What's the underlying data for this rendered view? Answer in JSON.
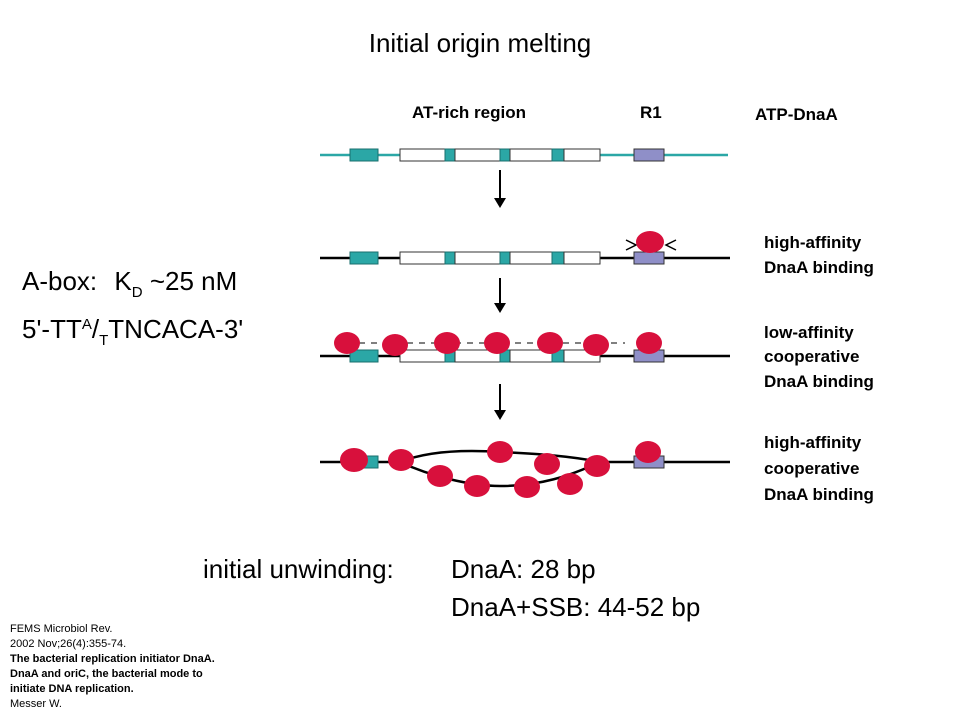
{
  "title": "Initial origin melting",
  "abox": {
    "label": "A-box:",
    "k": "K",
    "k_sub": "D",
    "k_value": "~25 nM"
  },
  "sequence": {
    "prefix": "5'-TT",
    "sup": "A",
    "slash": "/",
    "sub": "T",
    "suffix": "TNCACA-3'"
  },
  "diagram": {
    "header_at_rich": "AT-rich region",
    "header_r1": "R1",
    "header_atp": "ATP-DnaA",
    "step2": [
      "high-affinity",
      "DnaA binding"
    ],
    "step3": [
      "low-affinity",
      "cooperative",
      "DnaA binding"
    ],
    "step4": [
      "high-affinity",
      "cooperative",
      "DnaA binding"
    ],
    "colors": {
      "protein": "#d8103c",
      "a_box": "#2ba7a6",
      "r1": "#8f8fc8",
      "line": "#2ba7a6"
    }
  },
  "unwinding": {
    "label": "initial unwinding:",
    "line1": "DnaA: 28 bp",
    "line2": "DnaA+SSB: 44-52 bp"
  },
  "reference": {
    "line1": "FEMS Microbiol Rev.",
    "line2": "2002 Nov;26(4):355-74.",
    "line3": "The bacterial replication initiator DnaA.",
    "line4": "DnaA and oriC, the bacterial mode to",
    "line5": "initiate DNA replication.",
    "line6": "Messer W."
  }
}
